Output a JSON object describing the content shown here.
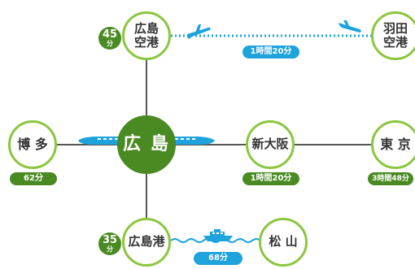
{
  "colors": {
    "hub": "#4a8a23",
    "ring": "#8cc63f",
    "rail": "#555555",
    "transport": "#1ea3dc"
  },
  "nodes": {
    "hiroshima": "広 島",
    "hiroshima_airport": "広島\n空港",
    "haneda_airport": "羽田\n空港",
    "hakata": "博 多",
    "shin_osaka": "新大阪",
    "tokyo": "東 京",
    "hiroshima_port": "広島港",
    "matsuyama": "松 山"
  },
  "badges": {
    "airport_access": {
      "num": "45",
      "unit": "分"
    },
    "port_access": {
      "num": "35",
      "unit": "分"
    }
  },
  "durations": {
    "flight": "1時間20分",
    "hakata": "62分",
    "shin_osaka": "1時間20分",
    "tokyo": "3時間48分",
    "ferry": "68分"
  },
  "icons": [
    "airplane-icon",
    "shinkansen-icon",
    "ferry-icon"
  ]
}
